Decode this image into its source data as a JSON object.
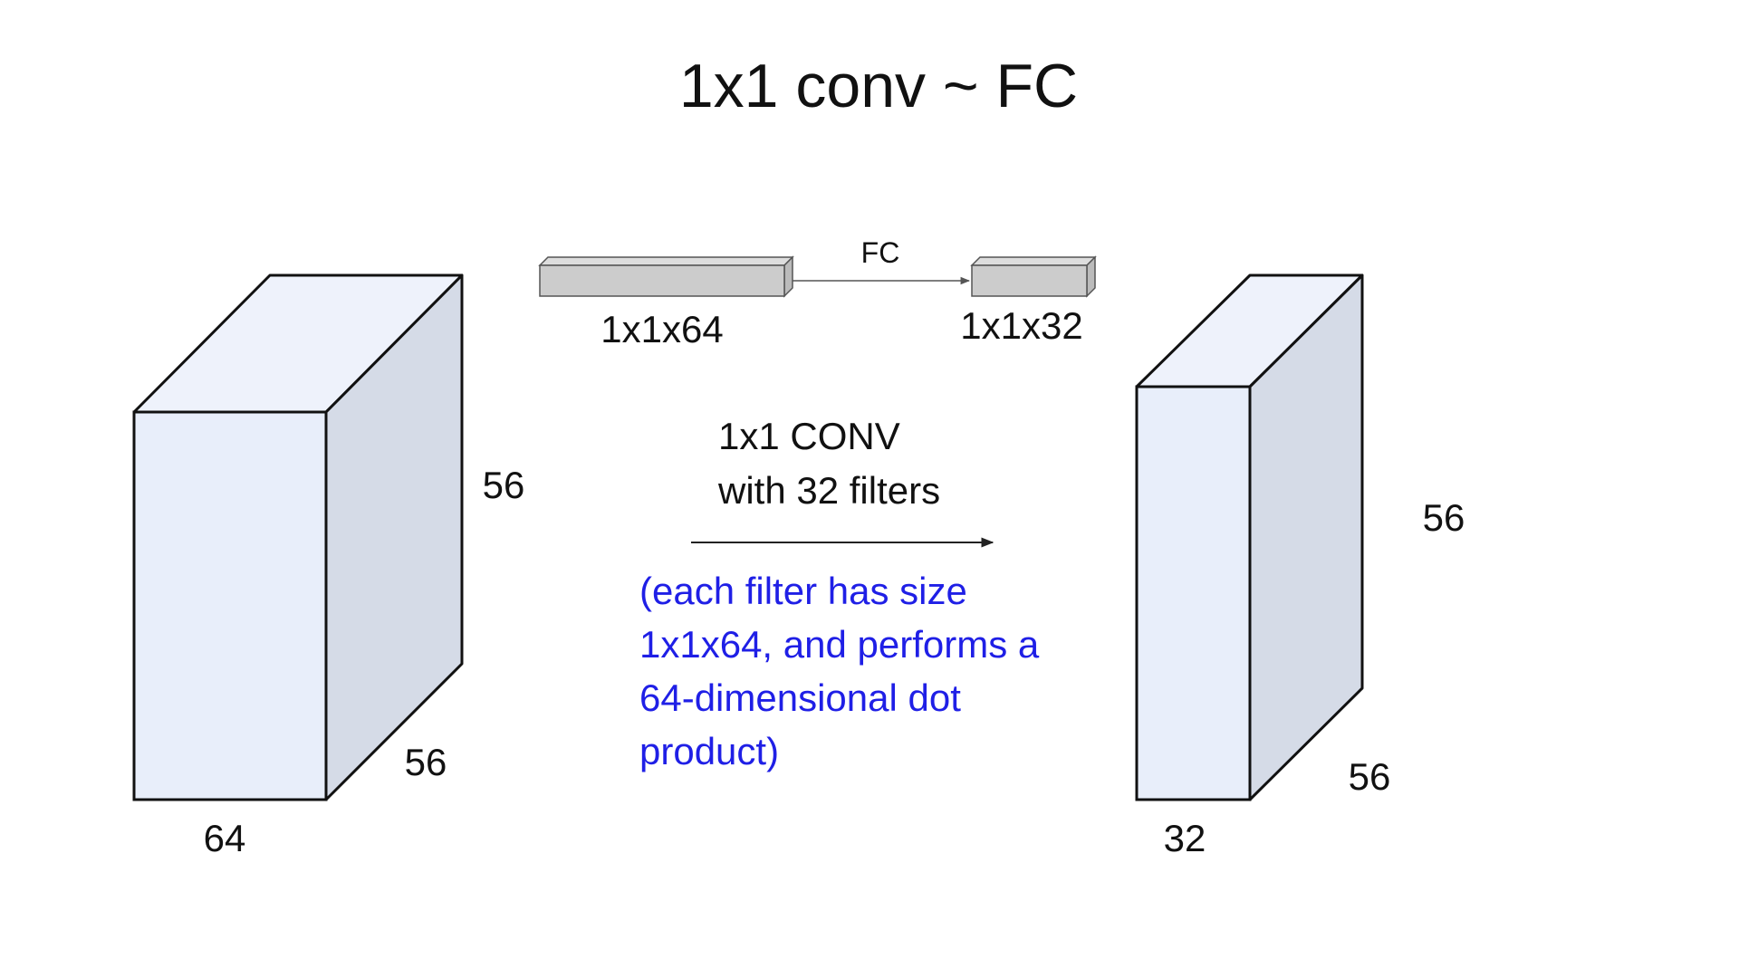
{
  "slide": {
    "title": "1x1 conv ~ FC"
  },
  "colors": {
    "background": "#ffffff",
    "cube_front": "#e8eefa",
    "cube_side": "#d5dbe7",
    "cube_top": "#eef2fb",
    "cube_stroke": "#111111",
    "bar_fill": "#cccccc",
    "bar_stroke": "#555555",
    "fc_arrow": "#555555",
    "main_arrow": "#222222",
    "text": "#111111",
    "note_text": "#1f1fe6"
  },
  "input_volume": {
    "width_label": "64",
    "height_label": "56",
    "depth_label": "56"
  },
  "output_volume": {
    "width_label": "32",
    "height_label": "56",
    "depth_label": "56"
  },
  "fc": {
    "label": "FC",
    "input_label": "1x1x64",
    "output_label": "1x1x32"
  },
  "conv": {
    "line1": "1x1 CONV",
    "line2": "with 32 filters",
    "note_lines": [
      "(each filter has size",
      "1x1x64, and performs a",
      "64-dimensional dot",
      "product)"
    ]
  }
}
